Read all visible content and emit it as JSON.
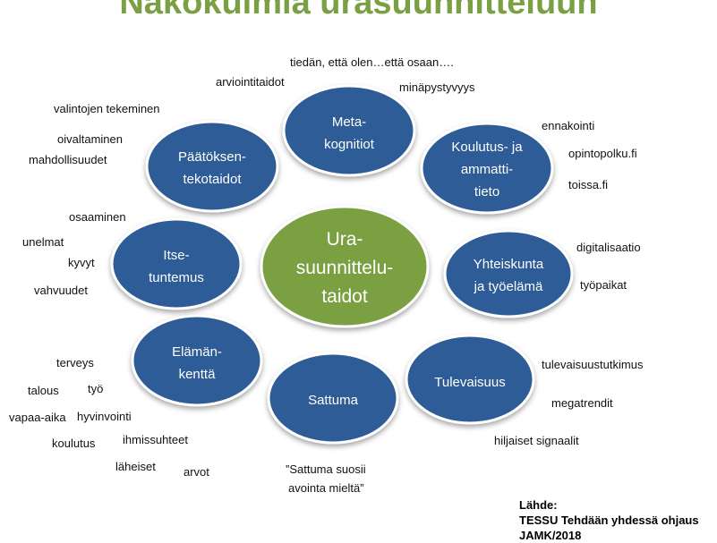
{
  "title": "Näkökulmia urasuunnitteluun",
  "center": [
    "Ura-",
    "suunnittelu-",
    "taidot"
  ],
  "nodes": {
    "meta": [
      "Meta-",
      "kognitiot"
    ],
    "koulutus": [
      "Koulutus- ja",
      "ammatti-",
      "tieto"
    ],
    "yhteiskunta": [
      "Yhteiskunta",
      "ja työelämä"
    ],
    "tulevaisuus": [
      "Tulevaisuus"
    ],
    "sattuma": [
      "Sattuma"
    ],
    "elaman": [
      "Elämän-",
      "kenttä"
    ],
    "itse": [
      "Itse-",
      "tuntemus"
    ],
    "paatos": [
      "Päätöksen-",
      "tekotaidot"
    ]
  },
  "labels": {
    "tiedan": "tiedän, että olen…että osaan….",
    "arviointi": "arviointitaidot",
    "minapysty": "minäpystyvyys",
    "valintojen": "valintojen tekeminen",
    "oivaltaminen": "oivaltaminen",
    "mahdollisuudet": "mahdollisuudet",
    "ennakointi": "ennakointi",
    "opintopolku": "opintopolku.fi",
    "toissa": "toissa.fi",
    "osaaminen": "osaaminen",
    "unelmat": "unelmat",
    "kyvyt": "kyvyt",
    "vahvuudet": "vahvuudet",
    "digitalisaatio": "digitalisaatio",
    "tyopaikat": "työpaikat",
    "terveys": "terveys",
    "talous": "talous",
    "tyo": "työ",
    "vapaa": "vapaa-aika",
    "hyvinvointi": "hyvinvointi",
    "koulutus": "koulutus",
    "ihmissuhteet": "ihmissuhteet",
    "laheiset": "läheiset",
    "arvot": "arvot",
    "tulevaisuustutkimus": "tulevaisuustutkimus",
    "megatrendit": "megatrendit",
    "hiljaiset": "hiljaiset signaalit",
    "quote1": "”Sattuma suosii",
    "quote2": "avointa mieltä”"
  },
  "source": {
    "line1": "Lähde:",
    "line2": "TESSU Tehdään yhdessä ohjaus",
    "line3": "JAMK/2018"
  },
  "colors": {
    "node_fill": "#2f5c96",
    "node_stroke": "#ffffff",
    "center_fill": "#7aa043",
    "title": "#7aa043"
  }
}
